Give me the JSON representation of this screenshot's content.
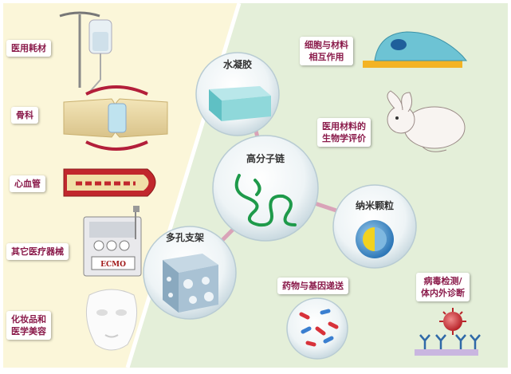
{
  "left_labels": [
    "医用耗材",
    "骨科",
    "心血管",
    "其它医疗器械"
  ],
  "left_label_multi": [
    "化妆品和",
    "医学美容"
  ],
  "right_labels": {
    "cell": [
      "细胞与材料",
      "相互作用"
    ],
    "bio": [
      "医用材料的",
      "生物学评价"
    ],
    "drug": "药物与基因递送",
    "virus": [
      "病毒检测/",
      "体内外诊断"
    ]
  },
  "spheres": {
    "center": "高分子链",
    "hydrogel": "水凝胶",
    "nano": "纳米颗粒",
    "scaffold": "多孔支架"
  },
  "ecmo_text": "ECMO",
  "colors": {
    "left_bg": "#fbf6d9",
    "right_bg": "#e4efd9",
    "label_text": "#8a1a4a",
    "connector": "#d9a3b8",
    "polymer": "#1e9a4a"
  }
}
